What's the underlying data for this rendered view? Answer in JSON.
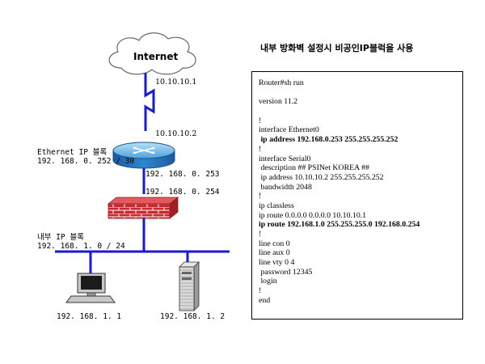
{
  "title": "내부 방화벽 설정시 비공인IP블럭을 사용",
  "internet": {
    "label": "Internet",
    "ip": "10.10.10.1"
  },
  "router": {
    "serial_ip": "10.10.10.2",
    "ethernet_ip": "192. 168. 0. 253",
    "ethernet_block_label": "Ethernet  IP 블록",
    "ethernet_block": "192. 168. 0. 252 / 30"
  },
  "firewall": {
    "ip": "192. 168. 0. 254"
  },
  "lan": {
    "block_label": "내부 IP 블록",
    "block": "192. 168. 1. 0 / 24"
  },
  "hosts": [
    {
      "name": "pc-host",
      "ip": "192. 168. 1. 1"
    },
    {
      "name": "server-host",
      "ip": "192. 168. 1. 2"
    }
  ],
  "config": {
    "lines": [
      {
        "text": "Router#sh run",
        "bold": false
      },
      {
        "text": "",
        "bold": false
      },
      {
        "text": "version 11.2",
        "bold": false
      },
      {
        "text": "",
        "bold": false
      },
      {
        "text": "!",
        "bold": false
      },
      {
        "text": "interface Ethernet0",
        "bold": false
      },
      {
        "text": " ip address 192.168.0.253 255.255.255.252",
        "bold": true
      },
      {
        "text": "!",
        "bold": false
      },
      {
        "text": "interface Serial0",
        "bold": false
      },
      {
        "text": " description ## PSINet KOREA ##",
        "bold": false
      },
      {
        "text": " ip address 10.10.10.2 255.255.255.252",
        "bold": false
      },
      {
        "text": " bandwidth 2048",
        "bold": false
      },
      {
        "text": "!",
        "bold": false
      },
      {
        "text": "ip classless",
        "bold": false
      },
      {
        "text": "ip route 0.0.0.0 0.0.0.0 10.10.10.1",
        "bold": false
      },
      {
        "text": "ip route 192.168.1.0 255.255.255.0 192.168.0.254",
        "bold": true
      },
      {
        "text": "!",
        "bold": false
      },
      {
        "text": "line con 0",
        "bold": false
      },
      {
        "text": "line aux 0",
        "bold": false
      },
      {
        "text": "line vty 0 4",
        "bold": false
      },
      {
        "text": " password 12345",
        "bold": false
      },
      {
        "text": " login",
        "bold": false
      },
      {
        "text": "!",
        "bold": false
      },
      {
        "text": "end",
        "bold": false
      }
    ]
  },
  "colors": {
    "link": "#1a1acc",
    "router_body": "#2a78c8",
    "router_top": "#7fc4f0",
    "firewall_brick": "#c8282e",
    "firewall_mortar": "#ffffff"
  }
}
